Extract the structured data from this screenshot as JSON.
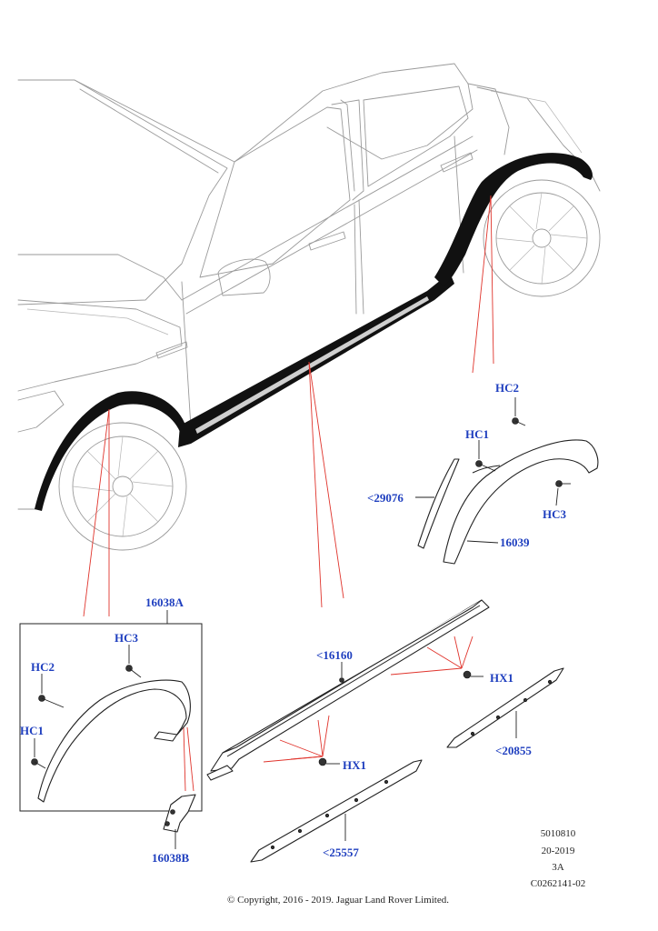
{
  "diagram": {
    "callouts": {
      "main_hc2": "HC2",
      "main_hc1": "HC1",
      "main_hc3": "HC3",
      "rear_trim": "<29076",
      "rear_arch": "16039",
      "front_arch_kit": "16038A",
      "inset_hc3": "HC3",
      "inset_hc2": "HC2",
      "inset_hc1": "HC1",
      "front_extension": "16038B",
      "sill_moulding": "<16160",
      "sill_fastener_upper": "HX1",
      "sill_fastener_lower": "HX1",
      "finisher_rear": "<20855",
      "finisher_front": "<25557"
    },
    "reference": {
      "line1": "5010810",
      "line2": "20-2019",
      "line3": "3A",
      "line4": "C0262141-02"
    },
    "copyright": "© Copyright, 2016 - 2019. Jaguar Land Rover Limited."
  }
}
